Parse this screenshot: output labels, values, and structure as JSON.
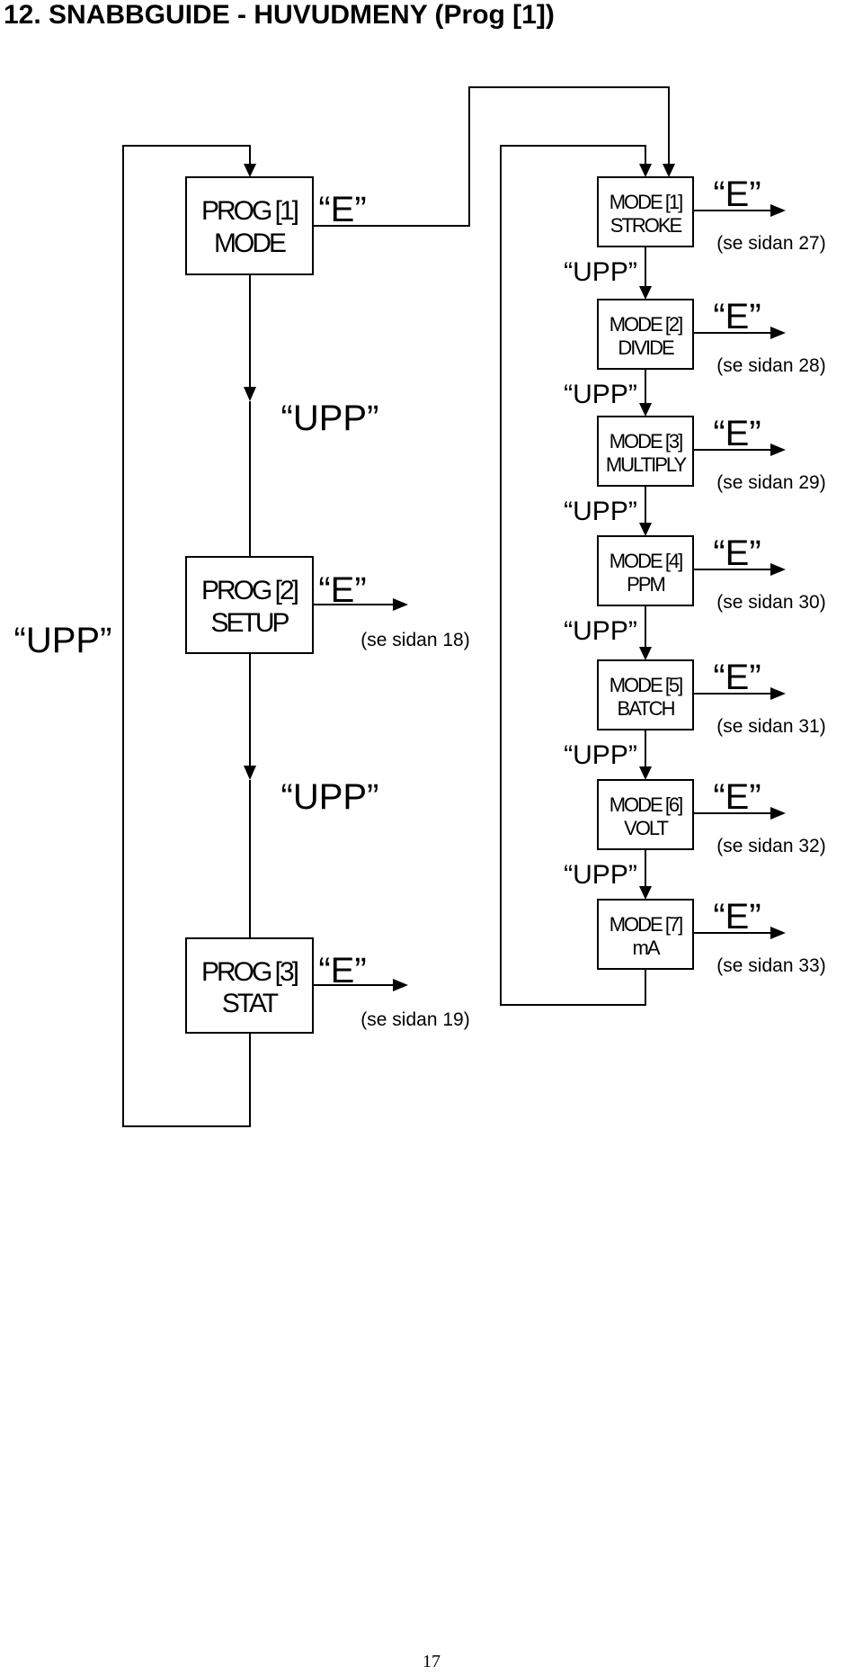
{
  "title": "12. SNABBGUIDE - HUVUDMENY (Prog [1])",
  "page_number": "17",
  "keys": {
    "upp": "“UPP”",
    "e": "“E”"
  },
  "prog_menu": [
    {
      "line1": "PROG [1]",
      "line2": "MODE",
      "ref": ""
    },
    {
      "line1": "PROG [2]",
      "line2": "SETUP",
      "ref": "(se sidan 18)"
    },
    {
      "line1": "PROG [3]",
      "line2": "STAT",
      "ref": "(se sidan 19)"
    }
  ],
  "mode_menu": [
    {
      "line1": "MODE [1]",
      "line2": "STROKE",
      "ref": "(se sidan 27)"
    },
    {
      "line1": "MODE [2]",
      "line2": "DIVIDE",
      "ref": "(se sidan 28)"
    },
    {
      "line1": "MODE [3]",
      "line2": "MULTIPLY",
      "ref": "(se sidan 29)"
    },
    {
      "line1": "MODE [4]",
      "line2": "PPM",
      "ref": "(se sidan 30)"
    },
    {
      "line1": "MODE [5]",
      "line2": "BATCH",
      "ref": "(se sidan 31)"
    },
    {
      "line1": "MODE [6]",
      "line2": "VOLT",
      "ref": "(se sidan 32)"
    },
    {
      "line1": "MODE [7]",
      "line2": "mA",
      "ref": "(se sidan 33)"
    }
  ]
}
